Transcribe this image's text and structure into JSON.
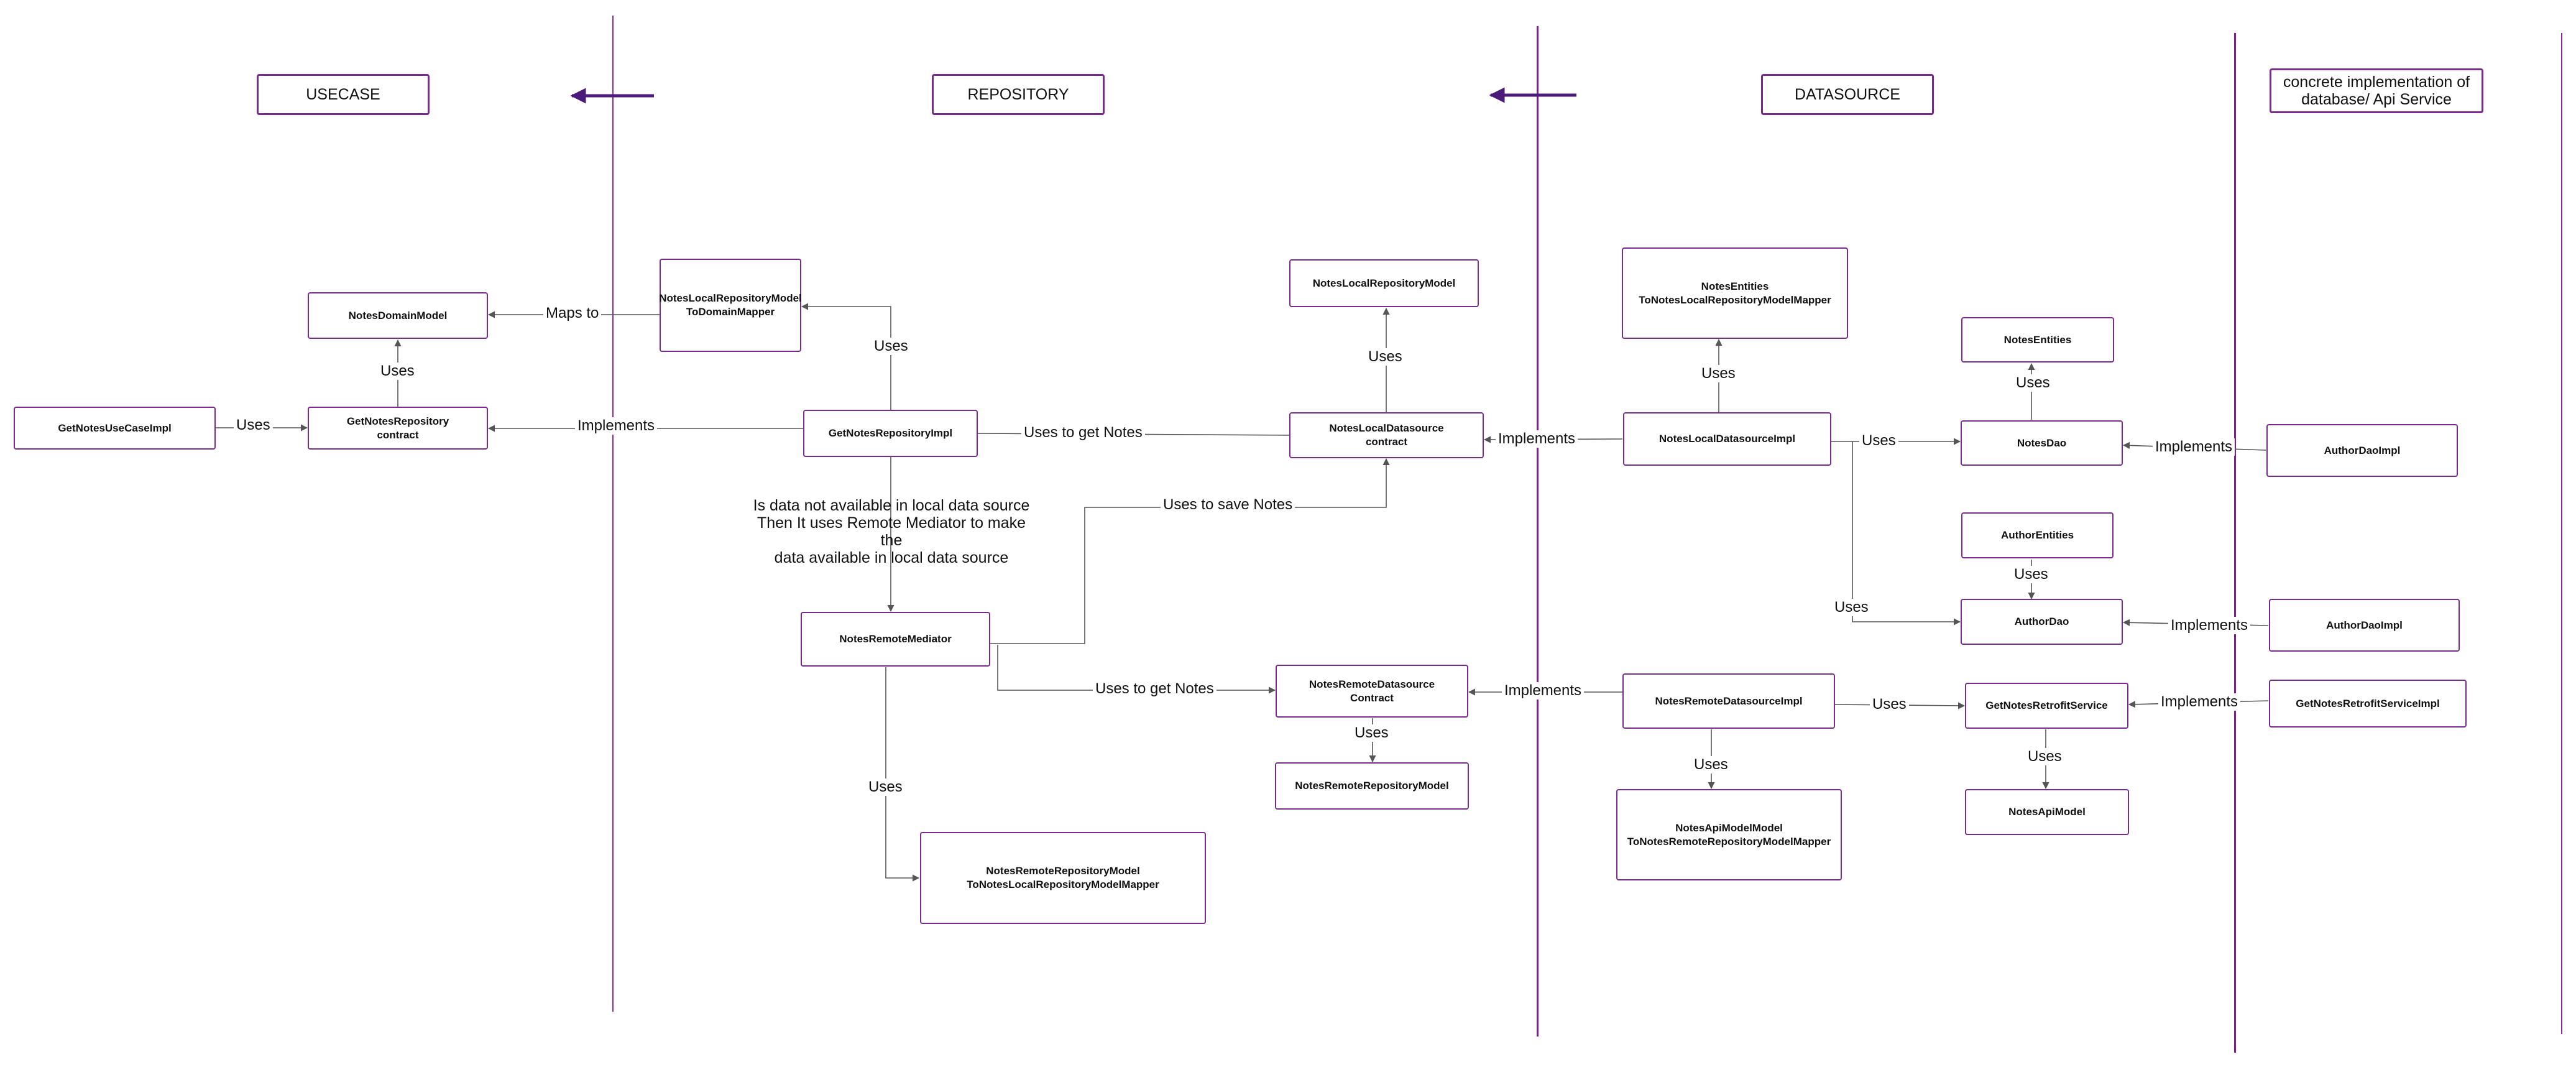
{
  "layers": {
    "usecase": "USECASE",
    "repository": "REPOSITORY",
    "datasource": "DATASOURCE",
    "concrete": "concrete implementation of\ndatabase/ Api Service"
  },
  "nodes": {
    "get_notes_usecase_impl": "GetNotesUseCaseImpl",
    "notes_domain_model": "NotesDomainModel",
    "get_notes_repository_contract": "GetNotesRepository\ncontract",
    "notes_local_repo_model_to_domain_mapper": "NotesLocalRepositoryModel\nToDomainMapper",
    "get_notes_repository_impl": "GetNotesRepositoryImpl",
    "notes_remote_mediator": "NotesRemoteMediator",
    "notes_remote_repo_model_to_local_mapper": "NotesRemoteRepositoryModel\nToNotesLocalRepositoryModelMapper",
    "notes_local_repository_model": "NotesLocalRepositoryModel",
    "notes_local_datasource_contract": "NotesLocalDatasource\ncontract",
    "notes_remote_datasource_contract": "NotesRemoteDatasource\nContract",
    "notes_remote_repository_model": "NotesRemoteRepositoryModel",
    "notes_entities_to_local_mapper": "NotesEntities\nToNotesLocalRepositoryModelMapper",
    "notes_local_datasource_impl": "NotesLocalDatasourceImpl",
    "notes_remote_datasource_impl": "NotesRemoteDatasourceImpl",
    "notes_api_model_to_remote_mapper": "NotesApiModelModel\nToNotesRemoteRepositoryModelMapper",
    "notes_entities": "NotesEntities",
    "notes_dao": "NotesDao",
    "author_entities": "AuthorEntities",
    "author_dao": "AuthorDao",
    "get_notes_retrofit_service": "GetNotesRetrofitService",
    "notes_api_model": "NotesApiModel",
    "author_dao_impl_1": "AuthorDaoImpl",
    "author_dao_impl_2": "AuthorDaoImpl",
    "get_notes_retrofit_service_impl": "GetNotesRetrofitServiceImpl"
  },
  "edge_labels": {
    "uses_usecase_repo": "Uses",
    "uses_contract_domain": "Uses",
    "maps_to": "Maps to",
    "implements_repo": "Implements",
    "uses_impl_mapper": "Uses",
    "uses_to_get_notes_local": "Uses to get Notes",
    "uses_to_save_notes": "Uses to save Notes",
    "uses_mediator_mapper": "Uses",
    "uses_to_get_notes_remote": "Uses to get Notes",
    "uses_local_contract_model": "Uses",
    "uses_remote_contract_model": "Uses",
    "implements_local_ds": "Implements",
    "implements_remote_ds": "Implements",
    "uses_local_impl_mapper": "Uses",
    "uses_local_impl_notes_dao": "Uses",
    "uses_local_impl_author_dao": "Uses",
    "uses_remote_impl_mapper": "Uses",
    "uses_remote_impl_retrofit": "Uses",
    "uses_notes_dao_entities": "Uses",
    "uses_author_dao_entities": "Uses",
    "uses_retrofit_api_model": "Uses",
    "implements_notes_dao": "Implements",
    "implements_author_dao": "Implements",
    "implements_retrofit": "Implements"
  },
  "notes": {
    "mediator_note": "Is data not available in local data source\nThen It uses Remote Mediator to make the\ndata available in local data source"
  },
  "colors": {
    "box_border": "#7a2a8e",
    "divider": "#8a2a9e",
    "arrow": "#555555",
    "layer_arrow": "#4b1a7a"
  }
}
